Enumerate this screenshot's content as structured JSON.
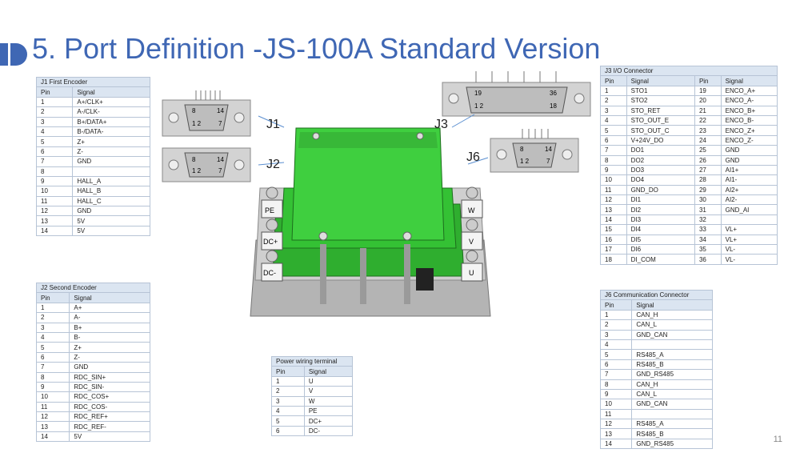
{
  "title": "5. Port Definition -JS-100A Standard Version",
  "page_number": "11",
  "labels": {
    "j1": "J1",
    "j2": "J2",
    "j3": "J3",
    "j6": "J6",
    "pe": "PE",
    "dcp": "DC+",
    "dcm": "DC-",
    "w": "W",
    "v": "V",
    "u": "U"
  },
  "connector_pins": {
    "j1_hi": "8",
    "j1_hi2": "14",
    "j1_lo": "1 2",
    "j1_lo2": "7",
    "j3_hi": "19",
    "j3_hi2": "36",
    "j3_lo": "1 2",
    "j3_lo2": "18"
  },
  "j1": {
    "caption": "J1 First Encoder",
    "headers": [
      "Pin",
      "Signal"
    ],
    "rows": [
      [
        "1",
        "A+/CLK+"
      ],
      [
        "2",
        "A-/CLK-"
      ],
      [
        "3",
        "B+/DATA+"
      ],
      [
        "4",
        "B-/DATA-"
      ],
      [
        "5",
        "Z+"
      ],
      [
        "6",
        "Z-"
      ],
      [
        "7",
        "GND"
      ],
      [
        "8",
        ""
      ],
      [
        "9",
        "HALL_A"
      ],
      [
        "10",
        "HALL_B"
      ],
      [
        "11",
        "HALL_C"
      ],
      [
        "12",
        "GND"
      ],
      [
        "13",
        "5V"
      ],
      [
        "14",
        "5V"
      ]
    ]
  },
  "j2": {
    "caption": "J2 Second Encoder",
    "headers": [
      "Pin",
      "Signal"
    ],
    "rows": [
      [
        "1",
        "A+"
      ],
      [
        "2",
        "A-"
      ],
      [
        "3",
        "B+"
      ],
      [
        "4",
        "B-"
      ],
      [
        "5",
        "Z+"
      ],
      [
        "6",
        "Z-"
      ],
      [
        "7",
        "GND"
      ],
      [
        "8",
        "RDC_SIN+"
      ],
      [
        "9",
        "RDC_SIN-"
      ],
      [
        "10",
        "RDC_COS+"
      ],
      [
        "11",
        "RDC_COS-"
      ],
      [
        "12",
        "RDC_REF+"
      ],
      [
        "13",
        "RDC_REF-"
      ],
      [
        "14",
        "5V"
      ]
    ]
  },
  "power": {
    "caption": "Power wiring terminal",
    "headers": [
      "Pin",
      "Signal"
    ],
    "rows": [
      [
        "1",
        "U"
      ],
      [
        "2",
        "V"
      ],
      [
        "3",
        "W"
      ],
      [
        "4",
        "PE"
      ],
      [
        "5",
        "DC+"
      ],
      [
        "6",
        "DC-"
      ]
    ]
  },
  "j3": {
    "caption": "J3 I/O Connector",
    "headers": [
      "Pin",
      "Signal",
      "Pin",
      "Signal"
    ],
    "rows": [
      [
        "1",
        "STO1",
        "19",
        "ENCO_A+"
      ],
      [
        "2",
        "STO2",
        "20",
        "ENCO_A-"
      ],
      [
        "3",
        "STO_RET",
        "21",
        "ENCO_B+"
      ],
      [
        "4",
        "STO_OUT_E",
        "22",
        "ENCO_B-"
      ],
      [
        "5",
        "STO_OUT_C",
        "23",
        "ENCO_Z+"
      ],
      [
        "6",
        "V+24V_DO",
        "24",
        "ENCO_Z-"
      ],
      [
        "7",
        "DO1",
        "25",
        "GND"
      ],
      [
        "8",
        "DO2",
        "26",
        "GND"
      ],
      [
        "9",
        "DO3",
        "27",
        "AI1+"
      ],
      [
        "10",
        "DO4",
        "28",
        "AI1-"
      ],
      [
        "11",
        "GND_DO",
        "29",
        "AI2+"
      ],
      [
        "12",
        "DI1",
        "30",
        "AI2-"
      ],
      [
        "13",
        "DI2",
        "31",
        "GND_AI"
      ],
      [
        "14",
        "DI3",
        "32",
        ""
      ],
      [
        "15",
        "DI4",
        "33",
        "VL+"
      ],
      [
        "16",
        "DI5",
        "34",
        "VL+"
      ],
      [
        "17",
        "DI6",
        "35",
        "VL-"
      ],
      [
        "18",
        "DI_COM",
        "36",
        "VL-"
      ]
    ]
  },
  "j6": {
    "caption": "J6 Communication Connector",
    "headers": [
      "Pin",
      "Signal"
    ],
    "rows": [
      [
        "1",
        "CAN_H"
      ],
      [
        "2",
        "CAN_L"
      ],
      [
        "3",
        "GND_CAN"
      ],
      [
        "4",
        ""
      ],
      [
        "5",
        "RS485_A"
      ],
      [
        "6",
        "RS485_B"
      ],
      [
        "7",
        "GND_RS485"
      ],
      [
        "8",
        "CAN_H"
      ],
      [
        "9",
        "CAN_L"
      ],
      [
        "10",
        "GND_CAN"
      ],
      [
        "11",
        ""
      ],
      [
        "12",
        "RS485_A"
      ],
      [
        "13",
        "RS485_B"
      ],
      [
        "14",
        "GND_RS485"
      ]
    ]
  },
  "colors": {
    "title": "#3f67b4",
    "pcb": "#3fcf3f",
    "table_header": "#dbe5f1",
    "arrow": "#5b8fd0"
  }
}
